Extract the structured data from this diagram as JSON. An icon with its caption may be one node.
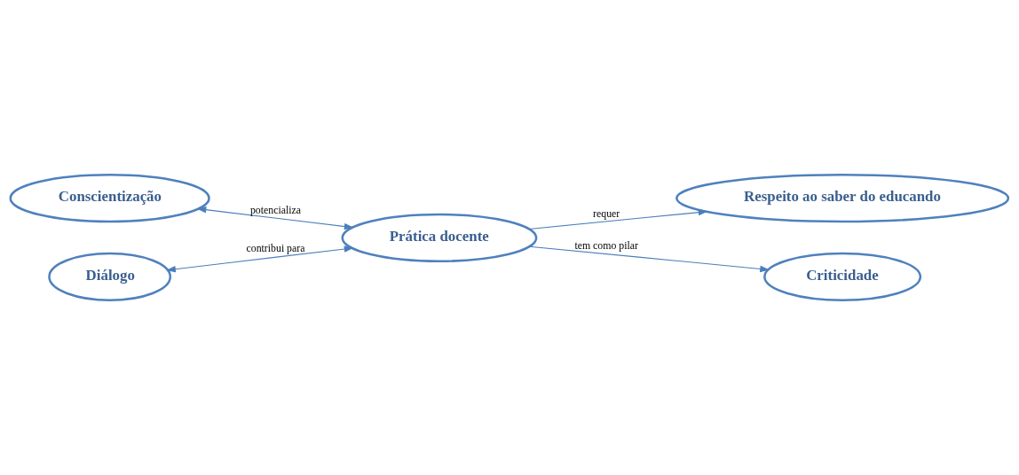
{
  "diagram": {
    "nodes": [
      {
        "text": [
          "Conscientização"
        ]
      },
      {
        "text": [
          "Respeito ao saber do educando"
        ]
      },
      {
        "text": [
          "Prática docente"
        ]
      },
      {
        "text": [
          "Criticidade"
        ]
      },
      {
        "text": [
          "Diálogo"
        ]
      }
    ],
    "edges": [
      {
        "from": 0,
        "to": 2,
        "arrow": "both",
        "label": "potencializa"
      },
      {
        "from": 2,
        "to": 1,
        "arrow": "to",
        "label": "requer"
      },
      {
        "from": 2,
        "to": 3,
        "arrow": "to",
        "label": "tem como pilar"
      },
      {
        "from": 4,
        "to": 2,
        "arrow": "both",
        "label": "contribui para"
      }
    ]
  }
}
